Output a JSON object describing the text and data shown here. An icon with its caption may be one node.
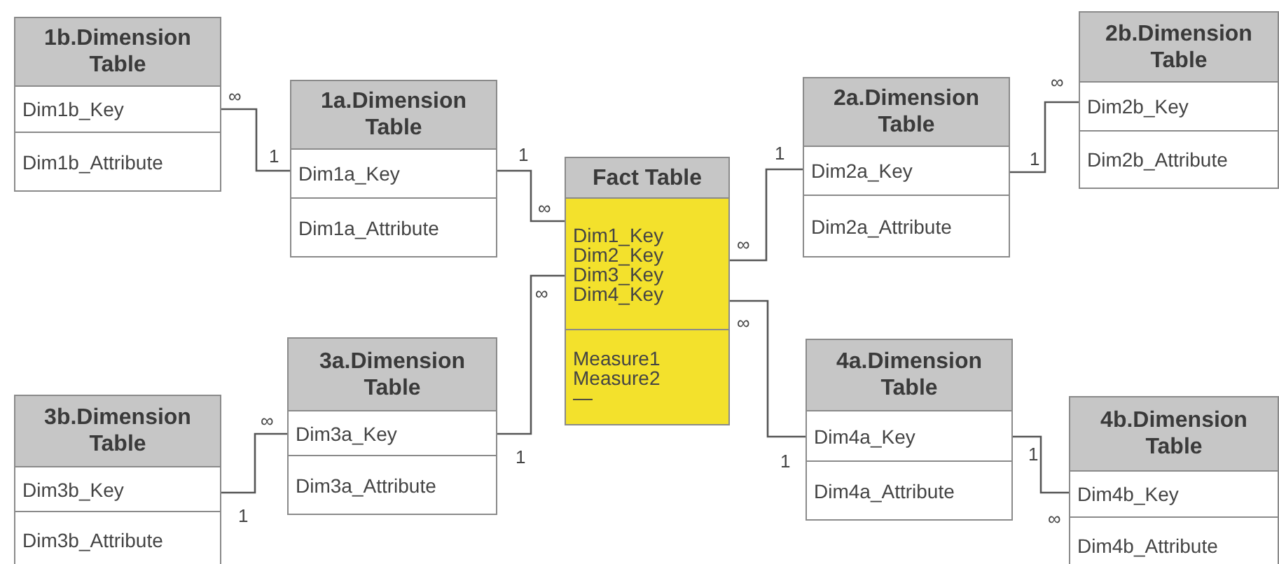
{
  "diagram": {
    "nodes": [
      {
        "text": [
          "1b.Dimension Table",
          "Dim1b_Key",
          "Dim1b_Attribute"
        ]
      },
      {
        "text": [
          "1a.Dimension Table",
          "Dim1a_Key",
          "Dim1a_Attribute"
        ]
      },
      {
        "text": [
          "Fact Table",
          "Dim1_Key",
          "Dim2_Key",
          "Dim3_Key",
          "Dim4_Key",
          "Measure1",
          "Measure2",
          "—"
        ]
      },
      {
        "text": [
          "2a.Dimension Table",
          "Dim2a_Key",
          "Dim2a_Attribute"
        ]
      },
      {
        "text": [
          "2b.Dimension Table",
          "Dim2b_Key",
          "Dim2b_Attribute"
        ]
      },
      {
        "text": [
          "3b.Dimension Table",
          "Dim3b_Key",
          "Dim3b_Attribute"
        ]
      },
      {
        "text": [
          "3a.Dimension Table",
          "Dim3a_Key",
          "Dim3a_Attribute"
        ]
      },
      {
        "text": [
          "4a.Dimension Table",
          "Dim4a_Key",
          "Dim4a_Attribute"
        ]
      },
      {
        "text": [
          "4b.Dimension Table",
          "Dim4b_Key",
          "Dim4b_Attribute"
        ]
      }
    ],
    "edges": [
      {
        "from": 0,
        "to": 1,
        "arrow": "none"
      },
      {
        "from": 1,
        "to": 2,
        "arrow": "none"
      },
      {
        "from": 2,
        "to": 3,
        "arrow": "none"
      },
      {
        "from": 3,
        "to": 4,
        "arrow": "none"
      },
      {
        "from": 2,
        "to": 6,
        "arrow": "none"
      },
      {
        "from": 6,
        "to": 5,
        "arrow": "none"
      },
      {
        "from": 2,
        "to": 7,
        "arrow": "none"
      },
      {
        "from": 7,
        "to": 8,
        "arrow": "none"
      }
    ],
    "labels": [
      "∞",
      "1",
      "1",
      "∞",
      "∞",
      "1",
      "1",
      "∞",
      "∞",
      "1",
      "∞",
      "1",
      "∞",
      "1",
      "1",
      "∞"
    ]
  }
}
